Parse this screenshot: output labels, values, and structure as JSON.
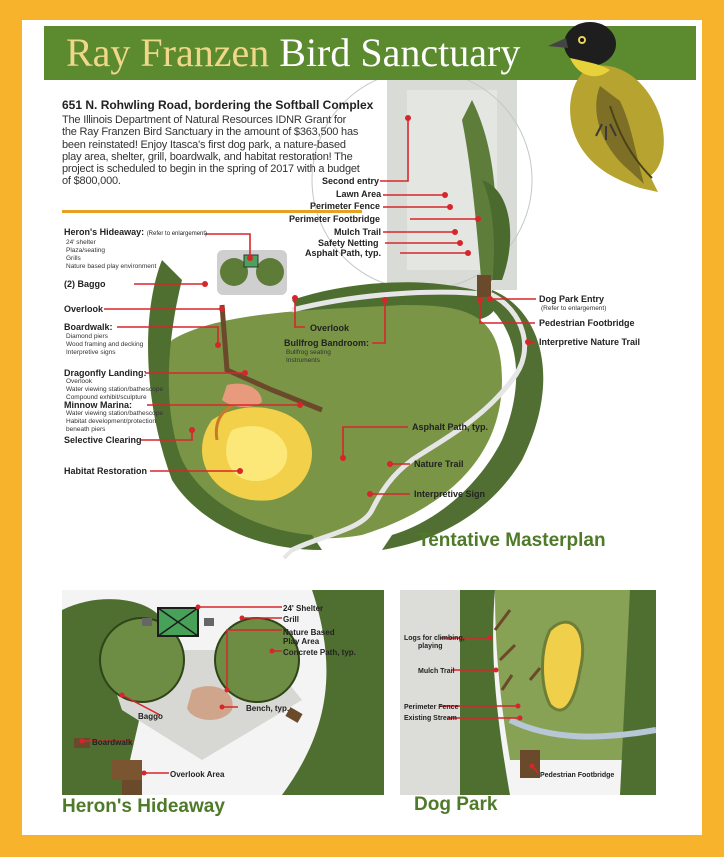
{
  "header": {
    "title_part1": "Ray Franzen",
    "title_part2": "Bird Sanctuary"
  },
  "intro": {
    "heading": "651 N. Rohwling Road, bordering the Softball Complex",
    "body": "The Illinois Department of Natural Resources IDNR Grant for the Ray Franzen Bird Sanctuary in the amount of $363,500 has been reinstated! Enjoy Itasca's first dog park, a nature-based play area, shelter, grill, boardwalk, and habitat restoration! The project is scheduled to begin in the spring of 2017 with a budget of $800,000."
  },
  "master_labels": {
    "herons_hideaway": "Heron's Hideaway:",
    "herons_note": "(Refer to enlargement)",
    "herons_items": [
      "24' shelter",
      "Plaza/seating",
      "Grills",
      "Nature based play environment"
    ],
    "baggo": "(2) Baggo",
    "overlook_left": "Overlook",
    "boardwalk": "Boardwalk:",
    "boardwalk_items": [
      "Diamond piers",
      "Wood framing and decking",
      "Interpretive signs"
    ],
    "dragonfly": "Dragonfly Landing:",
    "dragonfly_items": [
      "Overlook",
      "Water viewing station/bathescope",
      "Compound exhibit/sculpture"
    ],
    "minnow": "Minnow Marina:",
    "minnow_items": [
      "Water viewing station/bathescope",
      "Habitat development/protection",
      "beneath piers"
    ],
    "selective_clearing": "Selective Clearing",
    "habitat_restoration": "Habitat Restoration",
    "second_entry": "Second entry",
    "lawn_area": "Lawn Area",
    "perimeter_fence": "Perimeter Fence",
    "perimeter_footbridge": "Perimeter Footbridge",
    "mulch_trail": "Mulch Trail",
    "safety_netting": "Safety Netting",
    "asphalt_path_typ": "Asphalt Path, typ.",
    "overlook_center": "Overlook",
    "bullfrog": "Bullfrog Bandroom:",
    "bullfrog_items": [
      "Bullfrog seating",
      "Instruments"
    ],
    "dog_park_entry": "Dog Park Entry",
    "dog_park_entry_note": "(Refer to enlargement)",
    "pedestrian_footbridge": "Pedestrian Footbridge",
    "interpretive_nature_trail": "Interpretive Nature Trail",
    "asphalt_path_typ2": "Asphalt Path, typ.",
    "nature_trail": "Nature Trail",
    "interpretive_sign": "Interpretive Sign",
    "tentative_masterplan": "Tentative Masterplan"
  },
  "inset_herons": {
    "title": "Heron's Hideaway",
    "shelter": "24' Shelter",
    "grill": "Grill",
    "nature_play": "Nature Based",
    "nature_play2": "Play Area",
    "concrete": "Concrete Path, typ.",
    "bench": "Bench, typ.",
    "baggo": "Baggo",
    "boardwalk": "Boardwalk",
    "overlook_area": "Overlook Area"
  },
  "inset_dogpark": {
    "title": "Dog Park",
    "logs": "Logs for climbing,",
    "logs2": "playing",
    "mulch": "Mulch Trail",
    "fence": "Perimeter Fence",
    "stream": "Existing Stream",
    "footbridge": "Pedestrian Footbridge"
  },
  "colors": {
    "page_border": "#f7b32b",
    "banner": "#5b8a2f",
    "title_accent": "#f0d88a",
    "leader_line": "#d7262b",
    "heading_green": "#4f7a2a",
    "rule": "#e8a020"
  }
}
